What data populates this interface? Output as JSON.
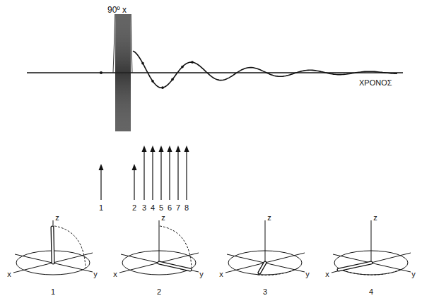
{
  "diagram": {
    "labels": [
      "90º x",
      "ΧΡΟΝΟΣ",
      "1",
      "2",
      "3",
      "4",
      "5",
      "6",
      "7",
      "8",
      "z",
      "x",
      "y",
      "1",
      "z",
      "x",
      "y",
      "2",
      "z",
      "x",
      "y",
      "3",
      "z",
      "x",
      "y",
      "4"
    ]
  }
}
